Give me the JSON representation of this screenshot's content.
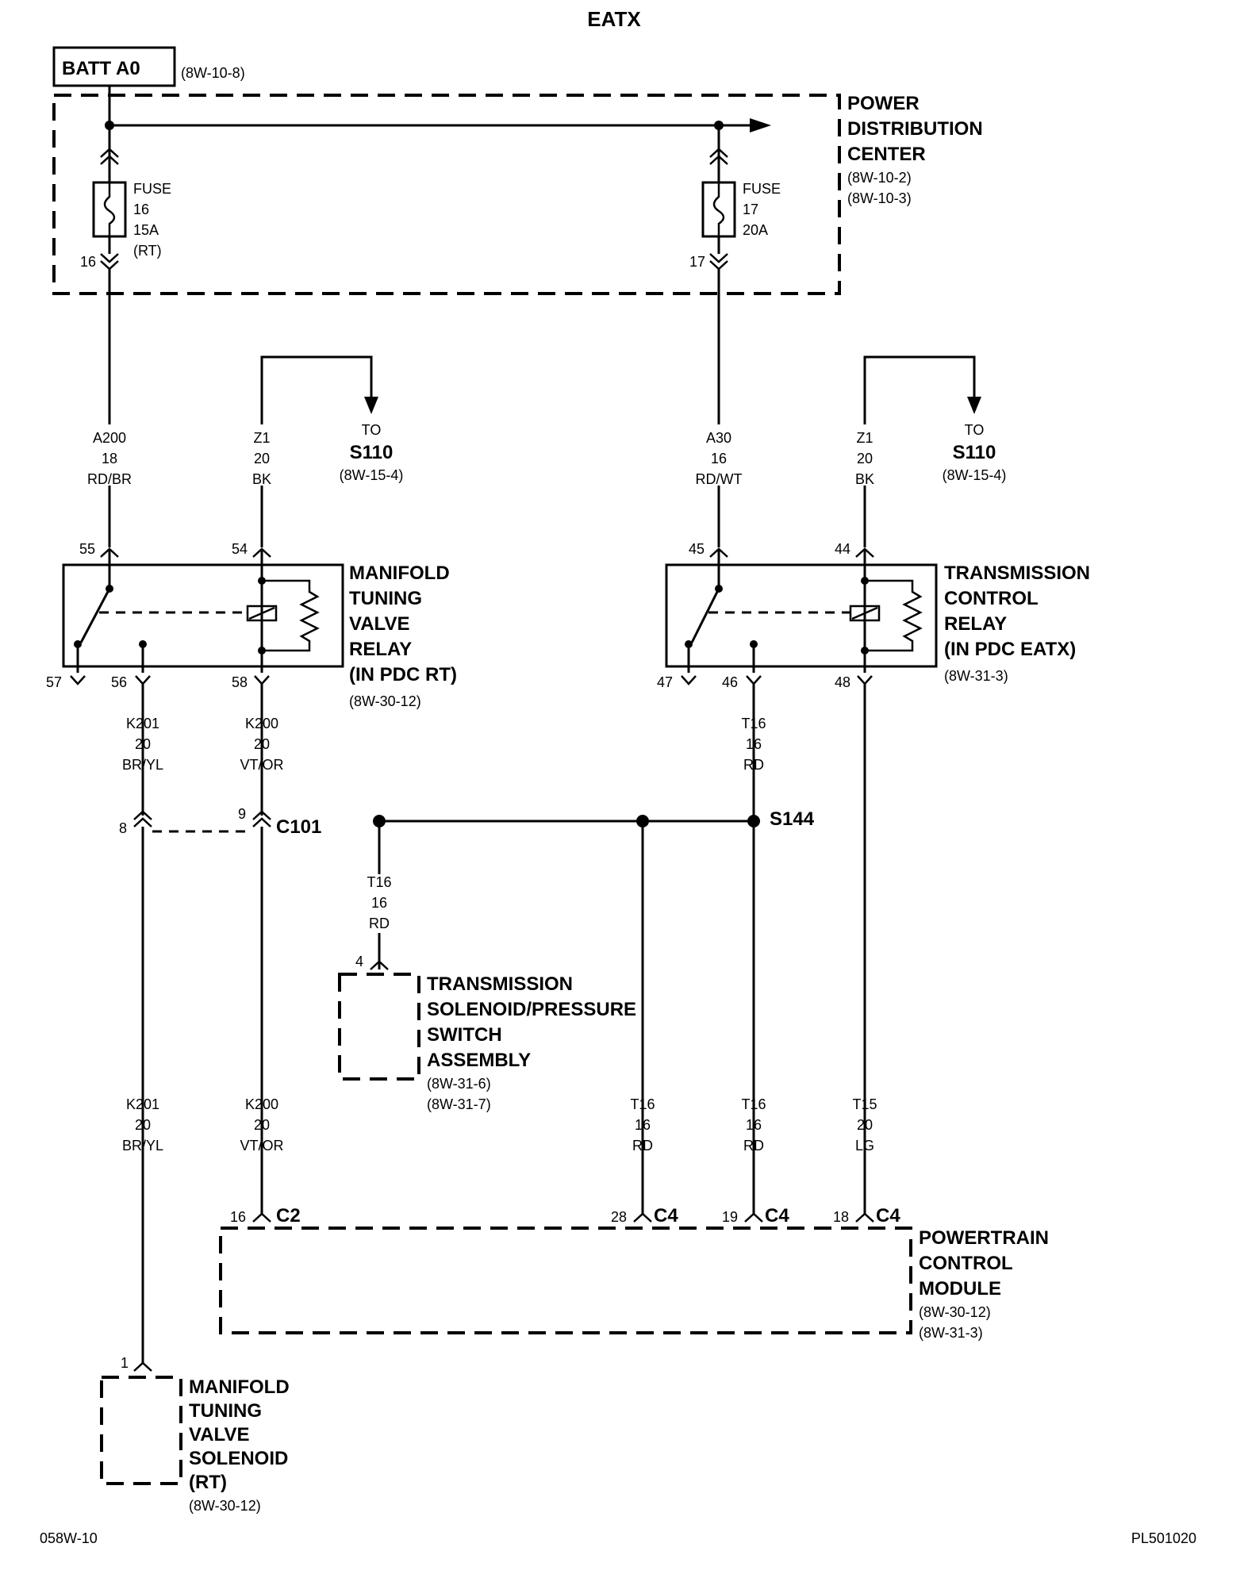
{
  "title": "EATX",
  "footer": {
    "left": "058W-10",
    "right": "PL501020"
  },
  "batt": {
    "label": "BATT A0",
    "ref": "(8W-10-8)"
  },
  "pdc": {
    "name": [
      "POWER",
      "DISTRIBUTION",
      "CENTER"
    ],
    "refs": [
      "(8W-10-2)",
      "(8W-10-3)"
    ]
  },
  "fuse16": {
    "lines": [
      "FUSE",
      "16",
      "15A",
      "(RT)"
    ],
    "pin": "16"
  },
  "fuse17": {
    "lines": [
      "FUSE",
      "17",
      "20A"
    ],
    "pin": "17"
  },
  "wires": {
    "a200": [
      "A200",
      "18",
      "RD/BR"
    ],
    "z1_left": [
      "Z1",
      "20",
      "BK"
    ],
    "a30": [
      "A30",
      "16",
      "RD/WT"
    ],
    "z1_right": [
      "Z1",
      "20",
      "BK"
    ],
    "k201_top": [
      "K201",
      "20",
      "BR/YL"
    ],
    "k200_top": [
      "K200",
      "20",
      "VT/OR"
    ],
    "t16_relay": [
      "T16",
      "16",
      "RD"
    ],
    "t16_solenoid": [
      "T16",
      "16",
      "RD"
    ],
    "k201_bottom": [
      "K201",
      "20",
      "BR/YL"
    ],
    "k200_bottom": [
      "K200",
      "20",
      "VT/OR"
    ],
    "t16_c4_28": [
      "T16",
      "16",
      "RD"
    ],
    "t16_c4_19": [
      "T16",
      "16",
      "RD"
    ],
    "t15": [
      "T15",
      "20",
      "LG"
    ]
  },
  "to_s110_left": {
    "to": "TO",
    "splice": "S110",
    "ref": "(8W-15-4)"
  },
  "to_s110_right": {
    "to": "TO",
    "splice": "S110",
    "ref": "(8W-15-4)"
  },
  "mtv_relay": {
    "name": [
      "MANIFOLD",
      "TUNING",
      "VALVE",
      "RELAY",
      "(IN PDC RT)"
    ],
    "ref": "(8W-30-12)",
    "pins": {
      "p55": "55",
      "p54": "54",
      "p57": "57",
      "p56": "56",
      "p58": "58"
    }
  },
  "tc_relay": {
    "name": [
      "TRANSMISSION",
      "CONTROL",
      "RELAY",
      "(IN PDC EATX)"
    ],
    "ref": "(8W-31-3)",
    "pins": {
      "p45": "45",
      "p44": "44",
      "p47": "47",
      "p46": "46",
      "p48": "48"
    }
  },
  "c101": {
    "label": "C101",
    "pin_left": "8",
    "pin_right": "9"
  },
  "s144": {
    "label": "S144"
  },
  "tspa": {
    "name": [
      "TRANSMISSION",
      "SOLENOID/PRESSURE",
      "SWITCH",
      "ASSEMBLY"
    ],
    "refs": [
      "(8W-31-6)",
      "(8W-31-7)"
    ],
    "pin": "4"
  },
  "pcm": {
    "name": [
      "POWERTRAIN",
      "CONTROL",
      "MODULE"
    ],
    "refs": [
      "(8W-30-12)",
      "(8W-31-3)"
    ],
    "connectors": {
      "c2": "C2",
      "c4a": "C4",
      "c4b": "C4",
      "c4c": "C4"
    },
    "pins": {
      "p16": "16",
      "p28": "28",
      "p19": "19",
      "p18": "18"
    }
  },
  "mtv_solenoid": {
    "name": [
      "MANIFOLD",
      "TUNING",
      "VALVE",
      "SOLENOID",
      "(RT)"
    ],
    "ref": "(8W-30-12)",
    "pin": "1"
  }
}
